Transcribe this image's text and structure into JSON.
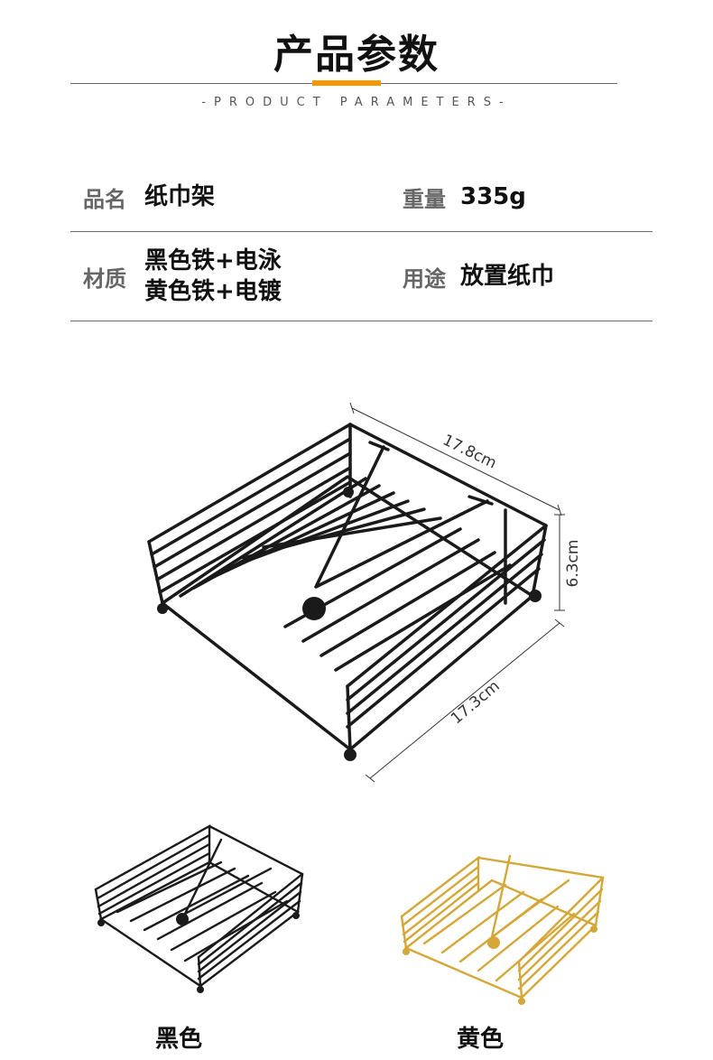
{
  "header": {
    "title": "产品参数",
    "subtitle": "-PRODUCT PARAMETERS-",
    "accent_color": "#f39800"
  },
  "params": {
    "name_label": "品名",
    "name_value": "纸巾架",
    "weight_label": "重量",
    "weight_value": "335g",
    "material_label": "材质",
    "material_lines": [
      "黑色铁+电泳",
      "黄色铁+电镀"
    ],
    "use_label": "用途",
    "use_value": "放置纸巾"
  },
  "dimensions": {
    "length": "17.8cm",
    "height": "6.3cm",
    "width": "17.3cm"
  },
  "variants": {
    "black_label": "黑色",
    "gold_label": "黄色",
    "black_color": "#1a1a1a",
    "gold_color": "#d4a838"
  }
}
